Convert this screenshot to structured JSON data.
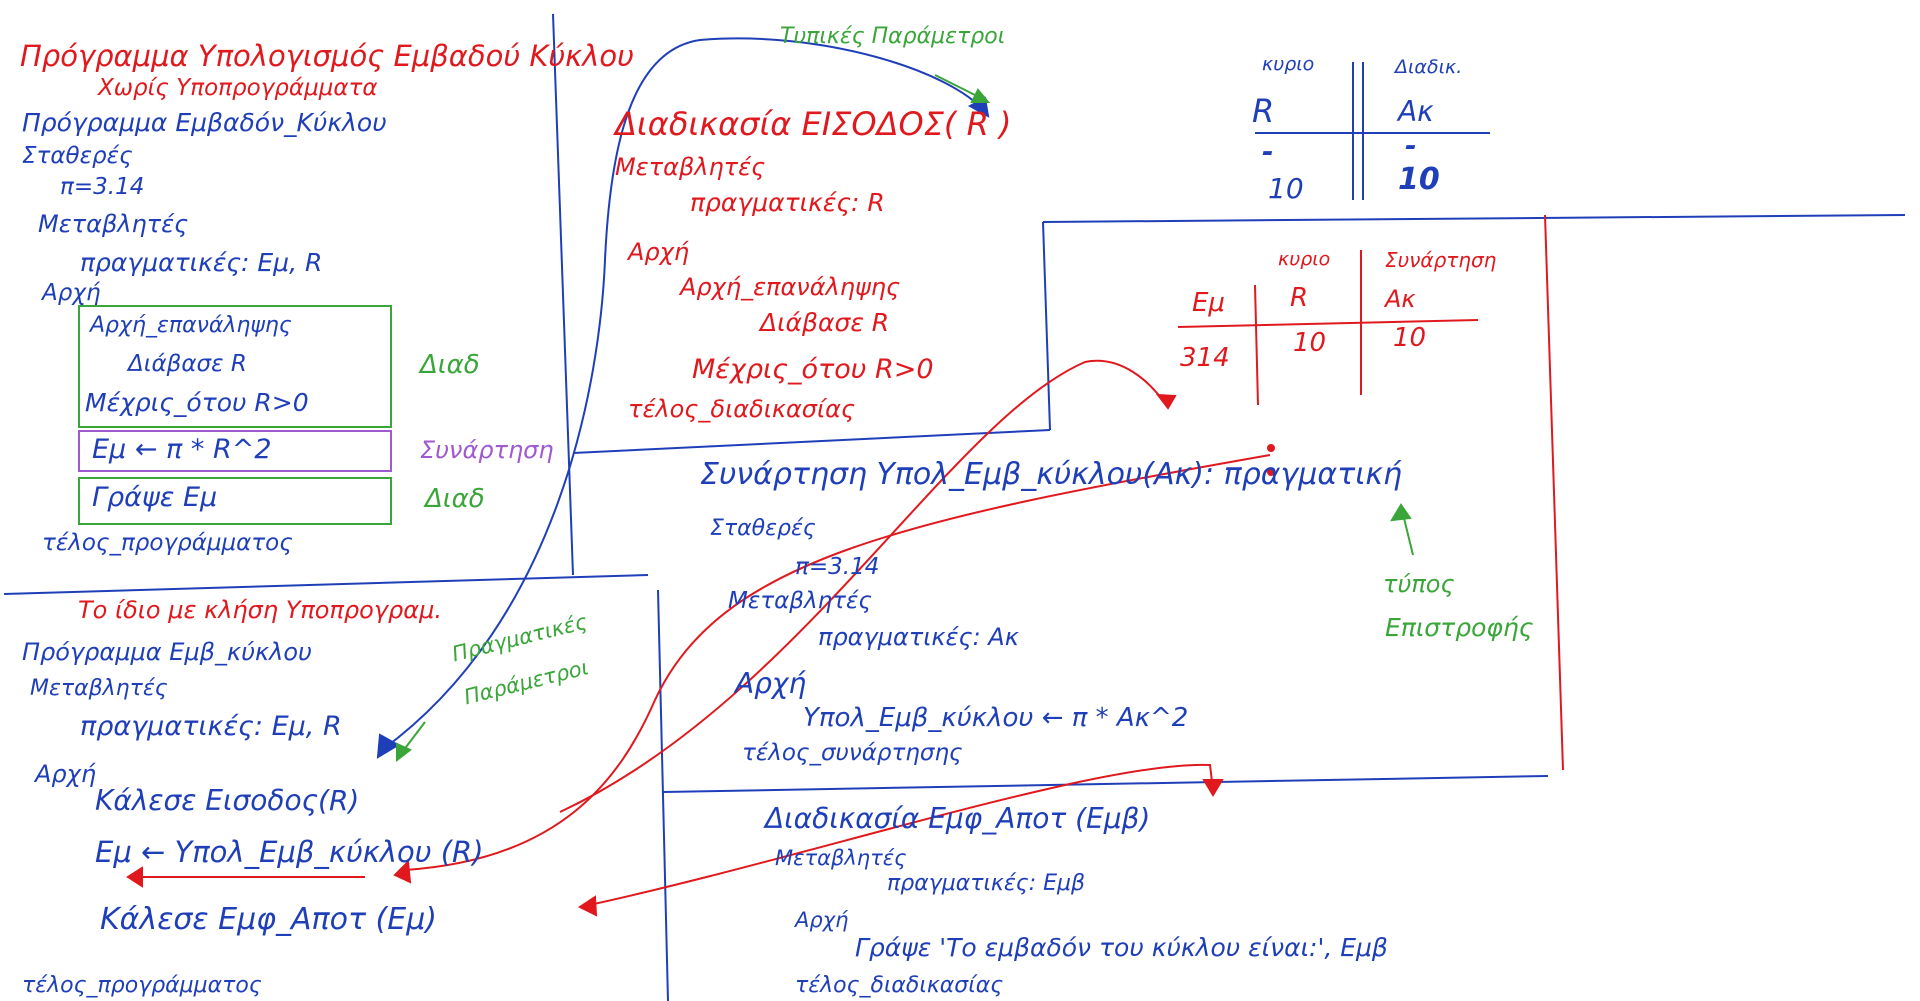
{
  "colors": {
    "ink_blue": "#1f3fb8",
    "ink_red": "#e0191e",
    "ink_green": "#3aa63a",
    "ink_purple": "#a05ad0",
    "background": "#ffffff"
  },
  "top_left": {
    "heading_line1": "Πρόγραμμα Υπολογισμός Εμβαδού Κύκλου",
    "heading_line2": "Χωρίς Υποπρογράμματα",
    "lines": [
      "Πρόγραμμα Εμβαδόν_Κύκλου",
      "Σταθερές",
      "π=3.14",
      "Μεταβλητές",
      "πραγματικές: Εμ, R",
      "Αρχή"
    ],
    "box1_lines": [
      "Αρχή_επανάληψης",
      "Διάβασε R",
      "Μέχρις_ότου R>0"
    ],
    "box2_line": "Εμ ← π * R^2",
    "box3_line": "Γράψε Εμ",
    "end": "τέλος_προγράμματος",
    "label_diad_1": "Διαδ",
    "label_synartisi": "Συνάρτηση",
    "label_diad_2": "Διαδ"
  },
  "top_middle": {
    "param_note": "Τυπικές Παράμετροι",
    "title": "Διαδικασία ΕΙΣΟΔΟΣ( R )",
    "lines": [
      "Μεταβλητές",
      "πραγματικές: R",
      "Αρχή",
      "Αρχή_επανάληψης",
      "Διάβασε R",
      "Μέχρις_ότου R>0",
      "τέλος_διαδικασίας"
    ]
  },
  "top_right_table": {
    "col1_header": "κυριο",
    "col2_header": "Διαδικ.",
    "col1_var": "R",
    "col2_var": "Ακ",
    "col1_old": "-",
    "col2_old": "-",
    "col1_val": "10",
    "col2_val": "10"
  },
  "right_table": {
    "group_main": "κυριο",
    "group_func": "Συνάρτηση",
    "h_em": "Εμ",
    "h_r": "R",
    "h_ak": "Ακ",
    "v_em": "314",
    "v_r": "10",
    "v_ak": "10"
  },
  "function_block": {
    "title": "Συνάρτηση Υπολ_Εμβ_κύκλου(Ακ): πραγματική",
    "lines": [
      "Σταθερές",
      "π=3.14",
      "Μεταβλητές",
      "πραγματικές: Ακ",
      "Αρχή",
      "Υπολ_Εμβ_κύκλου ← π * Ακ^2",
      "τέλος_συνάρτησης"
    ],
    "return_note_line1": "τύπος",
    "return_note_line2": "Επιστροφής"
  },
  "bottom_left": {
    "heading": "Το ίδιο με κλήση Υποπρογραμ.",
    "lines": [
      "Πρόγραμμα Εμβ_κύκλου",
      "Μεταβλητές",
      "πραγματικές: Εμ, R",
      "Αρχή",
      "Κάλεσε Εισοδος(R)",
      "Εμ ← Υπολ_Εμβ_κύκλου (R)",
      "Κάλεσε Εμφ_Αποτ (Εμ)",
      "τέλος_προγράμματος"
    ],
    "actual_params_note_line1": "Πραγματικές",
    "actual_params_note_line2": "Παράμετροι"
  },
  "bottom_middle": {
    "title": "Διαδικασία Εμφ_Αποτ (Εμβ)",
    "lines": [
      "Μεταβλητές",
      "πραγματικές: Εμβ",
      "Αρχή",
      "Γράψε 'Το εμβαδόν του κύκλου είναι:', Εμβ",
      "τέλος_διαδικασίας"
    ]
  }
}
